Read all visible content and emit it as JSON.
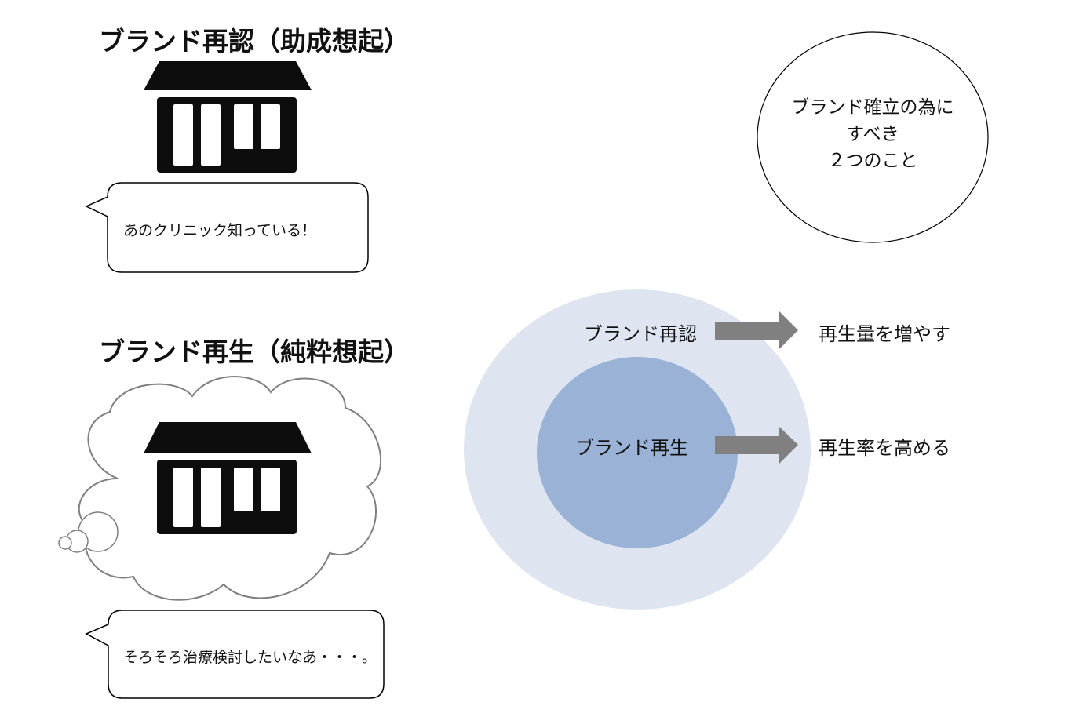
{
  "recognition": {
    "heading": "ブランド再認（助成想起）",
    "speech": "あのクリニック知っている！"
  },
  "recall": {
    "heading": "ブランド再生（純粋想起）",
    "speech": "そろそろ治療検討したいなあ・・・。"
  },
  "key_circle": {
    "line1": "ブランド確立の為に",
    "line2": "すべき",
    "line3": "２つのこと"
  },
  "venn": {
    "outer_label": "ブランド再認",
    "inner_label": "ブランド再生",
    "outer_result": "再生量を増やす",
    "inner_result": "再生率を高める",
    "outer_color": "#dfe5f0",
    "inner_color": "#9ab2d6",
    "arrow_color": "#808080"
  },
  "icons": {
    "building": "clinic-building-icon",
    "thought": "thought-cloud-icon"
  }
}
